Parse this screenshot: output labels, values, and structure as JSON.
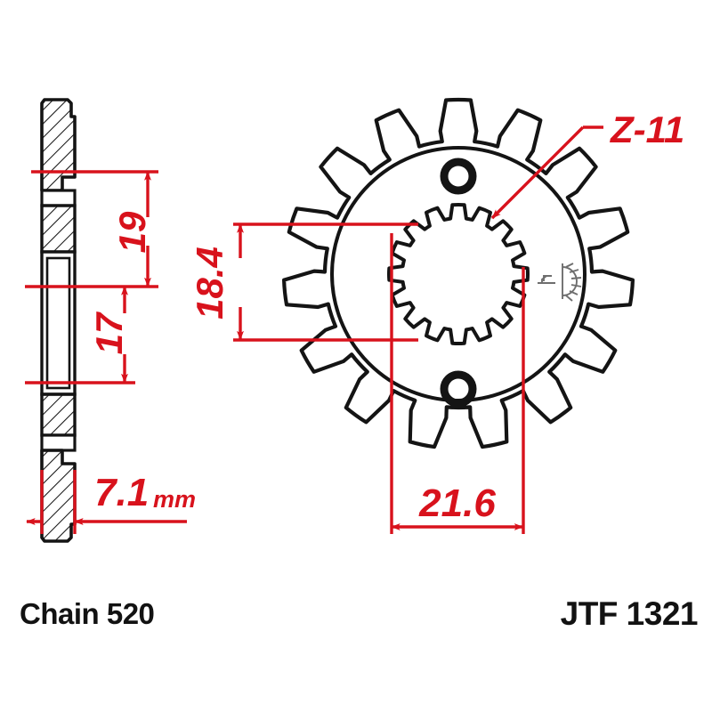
{
  "drawing": {
    "part_number": "JTF 1321",
    "chain_label": "Chain 520",
    "views": {
      "section": "side-section-view",
      "face": "front-face-view"
    },
    "dimensions": {
      "d19": "19",
      "d17": "17",
      "thickness": "7.1",
      "thickness_unit": "mm",
      "bore_vertical": "18.4",
      "bore_horizontal": "21.6",
      "teeth_callout": "Z-11"
    },
    "colors": {
      "dimension_red": "#d8121c",
      "outline_black": "#141414",
      "logo_grey": "#6e6e6e",
      "background": "#ffffff"
    },
    "geometry": {
      "teeth_count": 15,
      "spline_count": 16,
      "bolt_holes": 2
    }
  }
}
